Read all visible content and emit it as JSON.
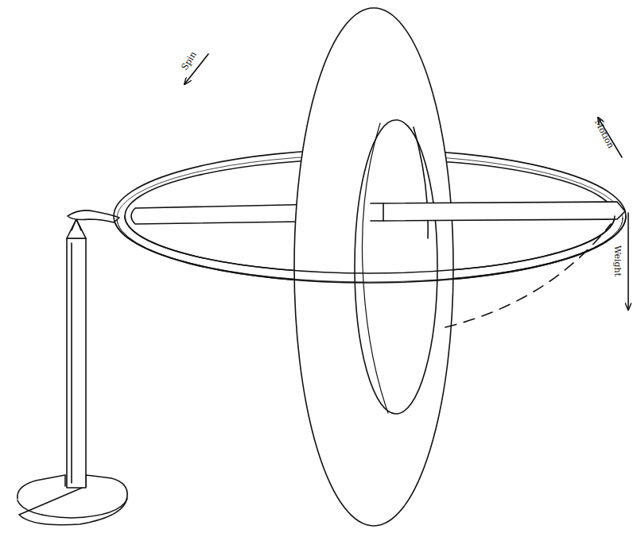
{
  "diagram": {
    "labels": [
      "Spin",
      "Motion",
      "Weight"
    ]
  }
}
